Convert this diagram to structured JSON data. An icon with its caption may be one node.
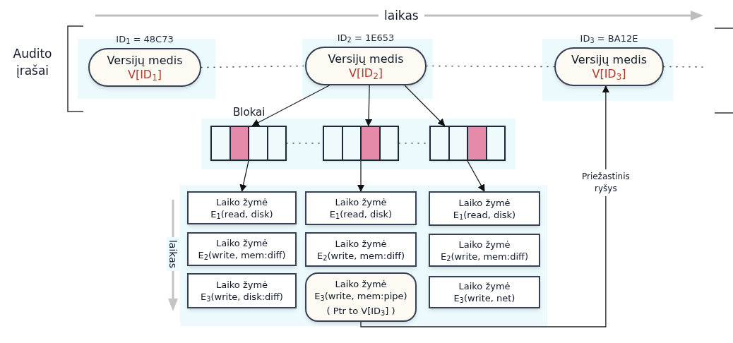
{
  "diagram": {
    "nodes": [
      {
        "text": [
          "ID$_{1}$ = 48C73",
          "Versijų medis",
          "V[ID$_{1}$]"
        ]
      },
      {
        "text": [
          "ID$_{2}$ = 1E653",
          "Versijų medis",
          "V[ID$_{2}$]"
        ]
      },
      {
        "text": [
          "ID$_{3}$ = BA12E",
          "Versijų medis",
          "V[ID$_{3}$]"
        ]
      },
      {
        "text": [],
        "shape": "box"
      },
      {
        "text": [],
        "shape": "box"
      },
      {
        "text": [],
        "shape": "box"
      },
      {
        "text": [
          "Laiko žymė",
          "E$_{1}$(read, disk)"
        ]
      },
      {
        "text": [
          "Laiko žymė",
          "E$_{2}$(write, mem:diff)"
        ]
      },
      {
        "text": [
          "Laiko žymė",
          "E$_{3}$(write, disk:diff)"
        ]
      },
      {
        "text": [
          "Laiko žymė",
          "E$_{1}$(read, disk)"
        ]
      },
      {
        "text": [
          "Laiko žymė",
          "E$_{2}$(write, mem:diff)"
        ]
      },
      {
        "text": [
          "Laiko žymė",
          "E$_{3}$(write, mem:pipe)",
          "( Ptr to V[ID$_{3}$] )"
        ]
      },
      {
        "text": [
          "Laiko žymė",
          "E$_{1}$(read, disk)"
        ]
      },
      {
        "text": [
          "Laiko žymė",
          "E$_{2}$(write, mem:diff)"
        ]
      },
      {
        "text": [
          "Laiko žymė",
          "E$_{3}$(write, net)"
        ]
      }
    ],
    "edges": [
      {
        "from": 0,
        "to": 1,
        "arrow": "none",
        "style": "dashed"
      },
      {
        "from": 1,
        "to": 2,
        "arrow": "none",
        "style": "dashed"
      },
      {
        "from": 2,
        "to": null,
        "arrow": "none",
        "style": "dashed"
      },
      {
        "from": 3,
        "to": 4,
        "arrow": "none",
        "style": "dashed"
      },
      {
        "from": 4,
        "to": 5,
        "arrow": "none",
        "style": "dashed"
      },
      {
        "from": 1,
        "to": 3,
        "arrow": "to"
      },
      {
        "from": 1,
        "to": 4,
        "arrow": "to"
      },
      {
        "from": 1,
        "to": 5,
        "arrow": "to"
      },
      {
        "from": 3,
        "to": 6,
        "arrow": "to"
      },
      {
        "from": 4,
        "to": 9,
        "arrow": "to"
      },
      {
        "from": 5,
        "to": 12,
        "arrow": "to"
      },
      {
        "from": 11,
        "to": 2,
        "arrow": "to",
        "label": "Priežastinis ryšys"
      }
    ],
    "labels": [
      "laikas",
      "Audito įrašai",
      "Blokai",
      "laikas"
    ]
  }
}
